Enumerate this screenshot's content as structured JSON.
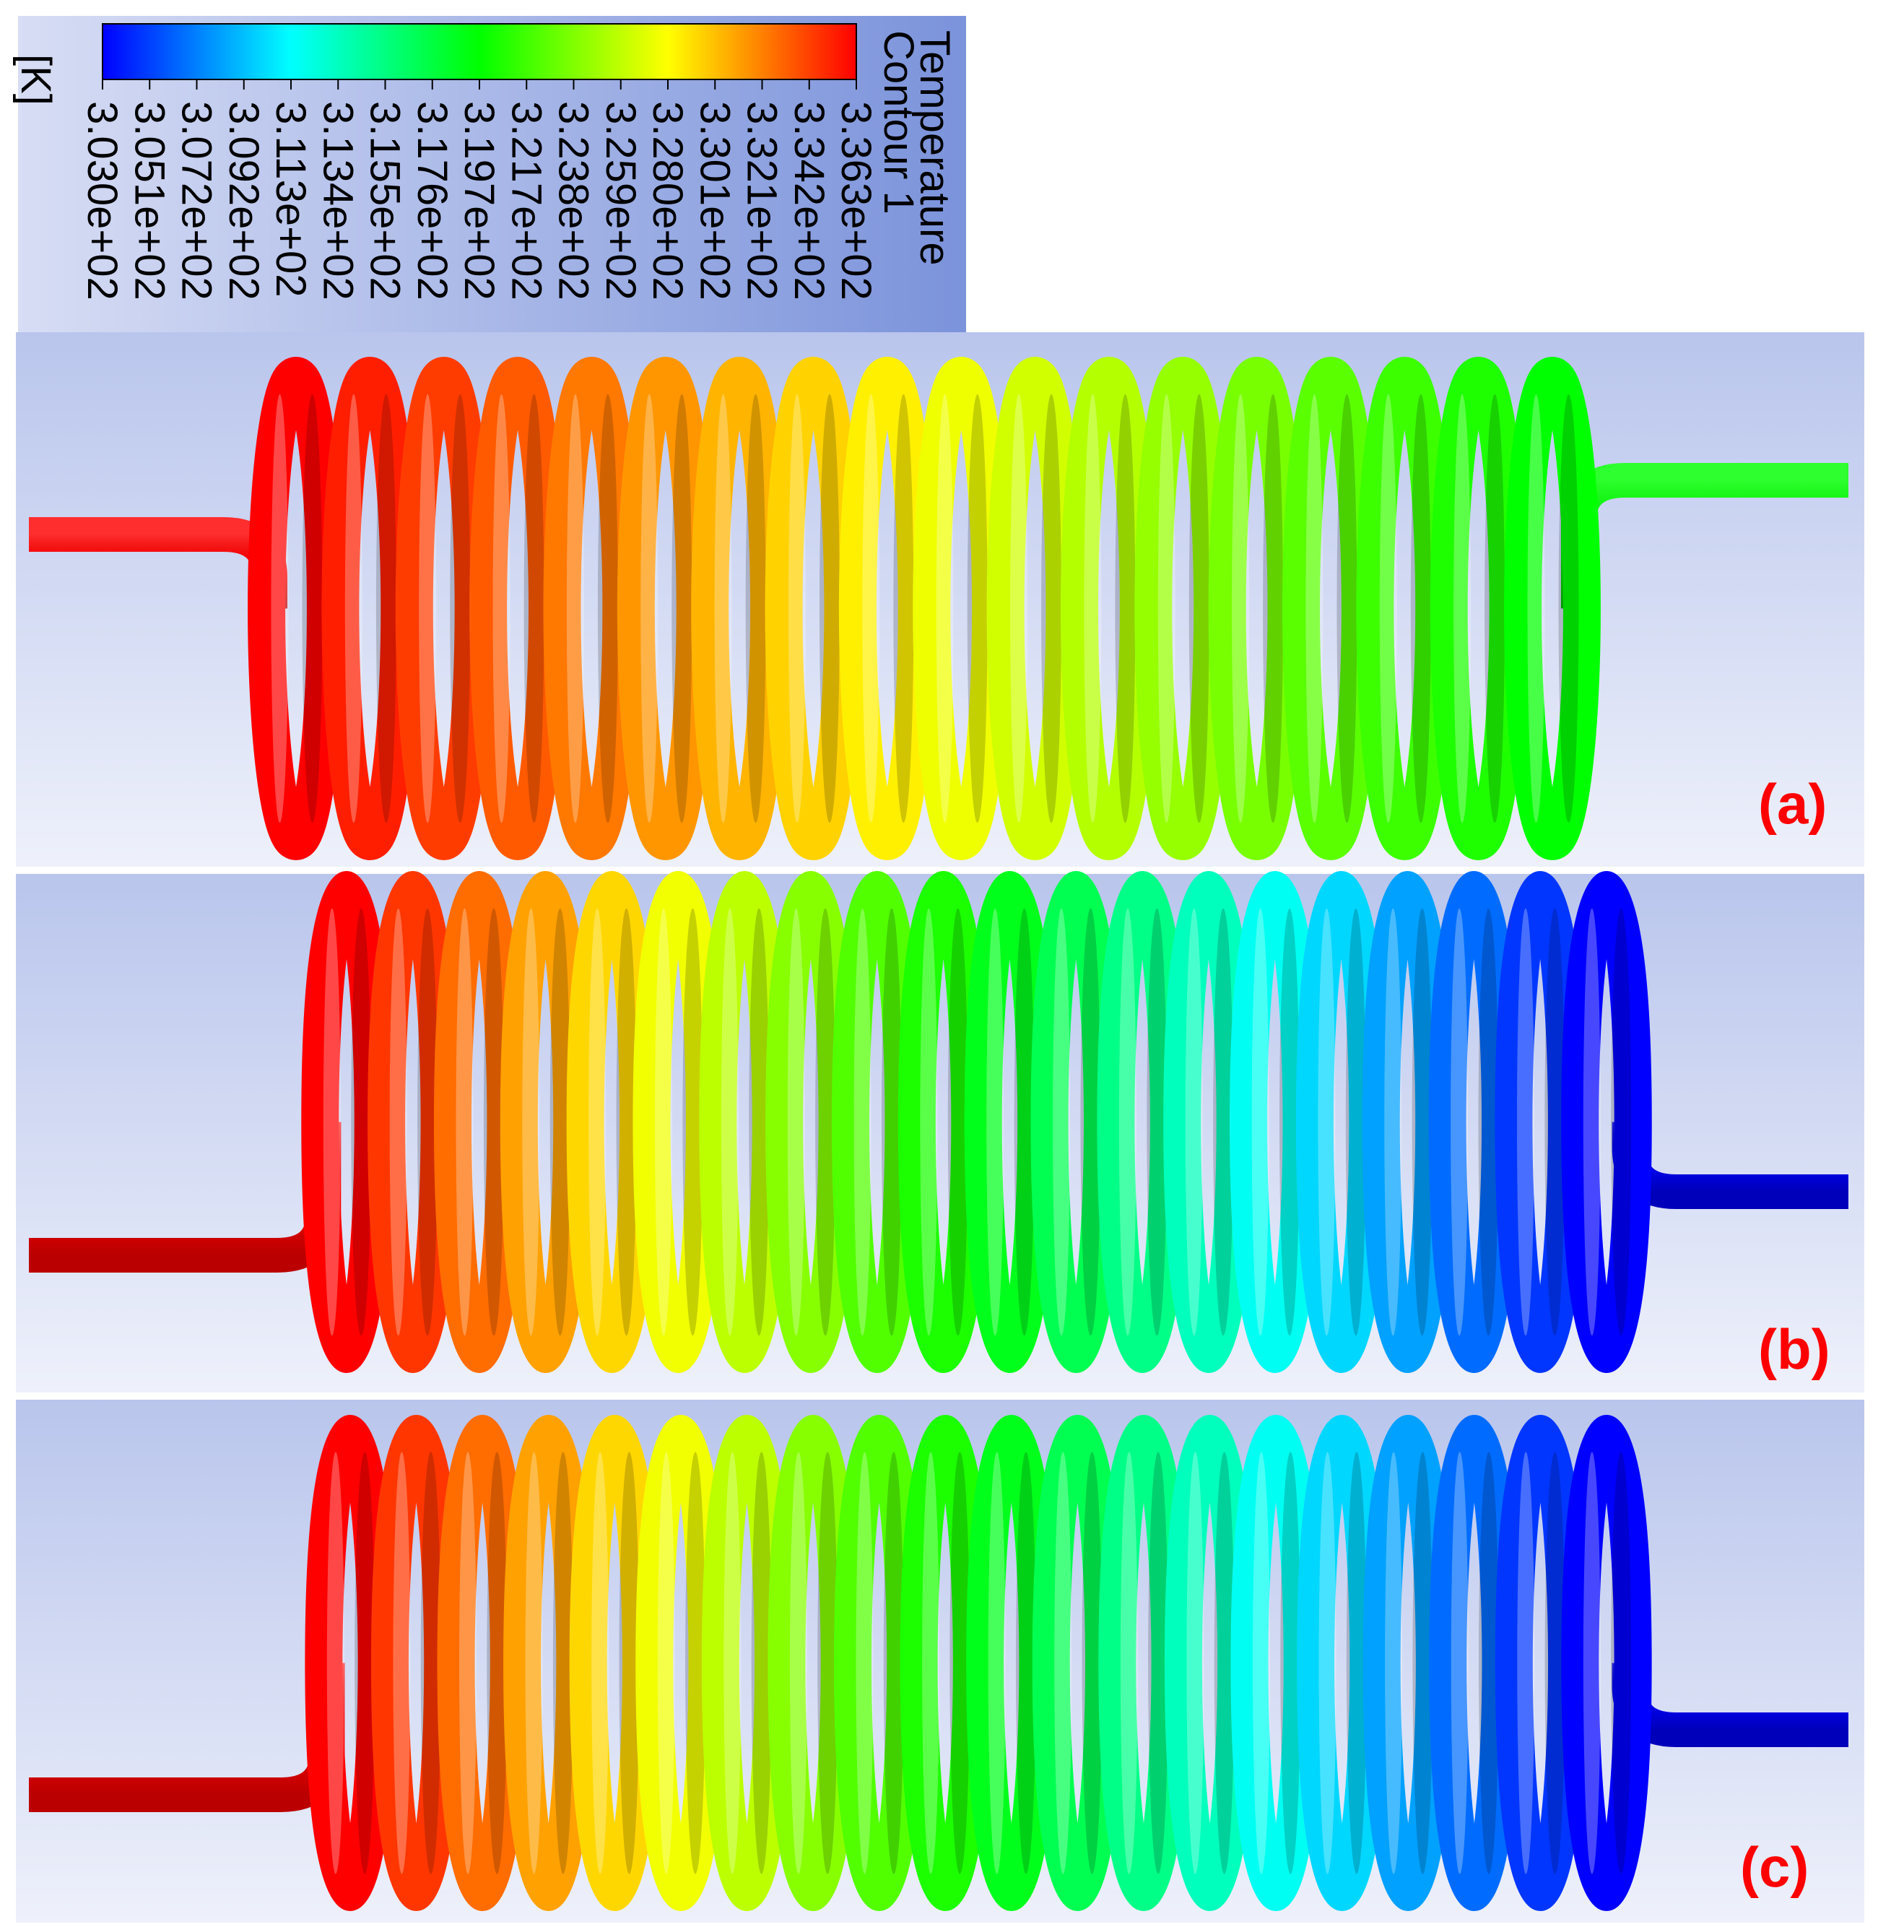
{
  "legend": {
    "title_line1": "Temperature",
    "title_line2": "Contour 1",
    "unit": "[K]",
    "ticks": [
      "3.030e+02",
      "3.051e+02",
      "3.072e+02",
      "3.092e+02",
      "3.113e+02",
      "3.134e+02",
      "3.155e+02",
      "3.176e+02",
      "3.197e+02",
      "3.217e+02",
      "3.238e+02",
      "3.259e+02",
      "3.280e+02",
      "3.301e+02",
      "3.321e+02",
      "3.342e+02",
      "3.363e+02"
    ],
    "range": [
      303.0,
      336.3
    ],
    "colormap": [
      "#0000ff",
      "#0080ff",
      "#00ffff",
      "#00ff80",
      "#00ff00",
      "#80ff00",
      "#ffff00",
      "#ff8000",
      "#ff0000"
    ]
  },
  "panels": [
    {
      "label": "(a)",
      "coil_turns": 18,
      "inlet_temp_fraction": 1.0,
      "outlet_temp_fraction": 0.5,
      "inlet_side": "left",
      "outlet_side": "right"
    },
    {
      "label": "(b)",
      "coil_turns": 20,
      "inlet_temp_fraction": 1.0,
      "outlet_temp_fraction": 0.0,
      "inlet_side": "left",
      "outlet_side": "right"
    },
    {
      "label": "(c)",
      "coil_turns": 20,
      "inlet_temp_fraction": 1.0,
      "outlet_temp_fraction": 0.0,
      "inlet_side": "left",
      "outlet_side": "right"
    }
  ]
}
